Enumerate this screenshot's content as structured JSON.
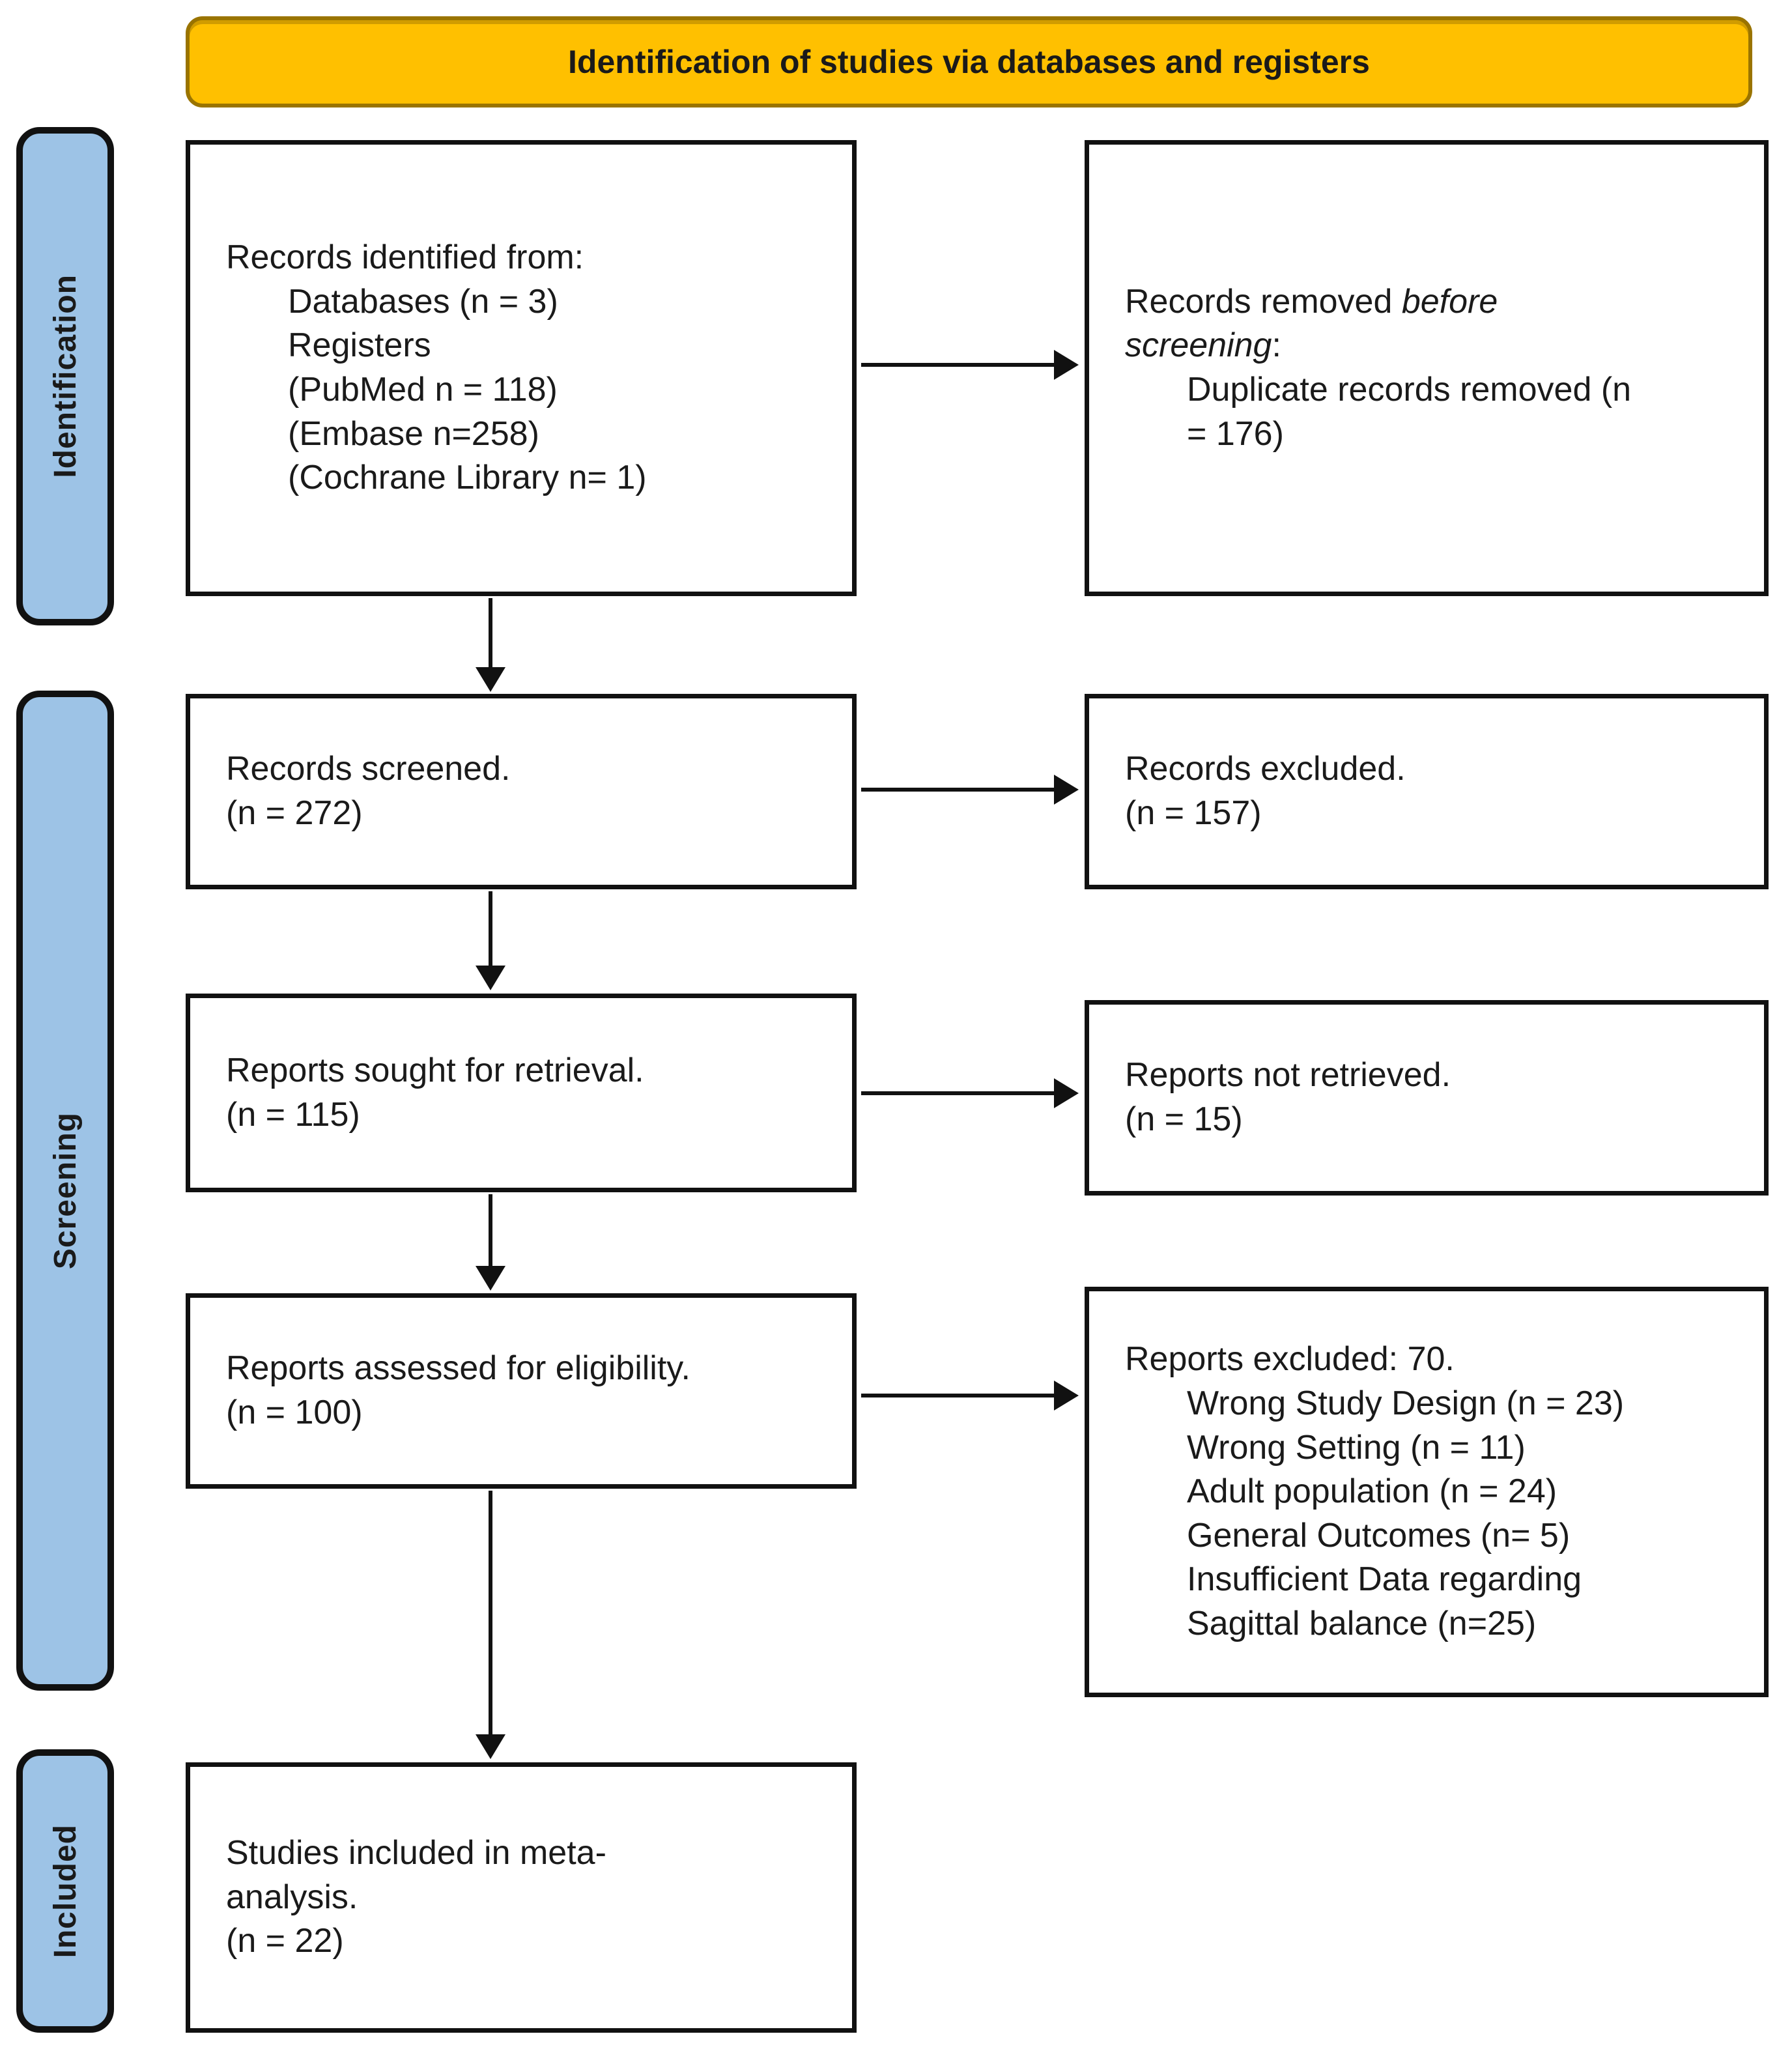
{
  "header": {
    "title": "Identification of studies via databases and registers"
  },
  "sidebar": [
    {
      "label": "Identification"
    },
    {
      "label": "Screening"
    },
    {
      "label": "Included"
    }
  ],
  "boxes": {
    "records_identified": {
      "lines": [
        {
          "ind": 0,
          "seg": [
            {
              "t": "Records identified from:"
            }
          ]
        },
        {
          "ind": 1,
          "seg": [
            {
              "t": "Databases (n = 3)"
            }
          ]
        },
        {
          "ind": 1,
          "seg": [
            {
              "t": "Registers"
            }
          ]
        },
        {
          "ind": 1,
          "seg": [
            {
              "t": "(PubMed n = 118)"
            }
          ]
        },
        {
          "ind": 1,
          "seg": [
            {
              "t": "(Embase n=258)"
            }
          ]
        },
        {
          "ind": 1,
          "seg": [
            {
              "t": "(Cochrane Library n= 1)"
            }
          ]
        }
      ]
    },
    "records_removed": {
      "lines": [
        {
          "ind": 0,
          "seg": [
            {
              "t": "Records removed "
            },
            {
              "t": "before",
              "i": 1
            }
          ]
        },
        {
          "ind": 0,
          "seg": [
            {
              "t": "screening",
              "i": 1
            },
            {
              "t": ":"
            }
          ]
        },
        {
          "ind": 1,
          "seg": [
            {
              "t": "Duplicate records removed (n"
            }
          ]
        },
        {
          "ind": 1,
          "seg": [
            {
              "t": "= 176)"
            }
          ]
        }
      ]
    },
    "records_screened": {
      "lines": [
        {
          "ind": 0,
          "seg": [
            {
              "t": "Records screened."
            }
          ]
        },
        {
          "ind": 0,
          "seg": [
            {
              "t": "(n = 272)"
            }
          ]
        }
      ]
    },
    "records_excluded": {
      "lines": [
        {
          "ind": 0,
          "seg": [
            {
              "t": "Records excluded."
            }
          ]
        },
        {
          "ind": 0,
          "seg": [
            {
              "t": "(n = 157)"
            }
          ]
        }
      ]
    },
    "reports_sought": {
      "lines": [
        {
          "ind": 0,
          "seg": [
            {
              "t": "Reports sought for retrieval."
            }
          ]
        },
        {
          "ind": 0,
          "seg": [
            {
              "t": "(n = 115)"
            }
          ]
        }
      ]
    },
    "reports_not_retrieved": {
      "lines": [
        {
          "ind": 0,
          "seg": [
            {
              "t": "Reports not retrieved."
            }
          ]
        },
        {
          "ind": 0,
          "seg": [
            {
              "t": "(n = 15)"
            }
          ]
        }
      ]
    },
    "reports_assessed": {
      "lines": [
        {
          "ind": 0,
          "seg": [
            {
              "t": "Reports assessed for eligibility."
            }
          ]
        },
        {
          "ind": 0,
          "seg": [
            {
              "t": "(n = 100)"
            }
          ]
        }
      ]
    },
    "reports_excluded": {
      "lines": [
        {
          "ind": 0,
          "seg": [
            {
              "t": "Reports excluded: 70."
            }
          ]
        },
        {
          "ind": 1,
          "seg": [
            {
              "t": "Wrong Study Design (n = 23)"
            }
          ]
        },
        {
          "ind": 1,
          "seg": [
            {
              "t": "Wrong Setting (n = 11)"
            }
          ]
        },
        {
          "ind": 1,
          "seg": [
            {
              "t": "Adult population (n = 24)"
            }
          ]
        },
        {
          "ind": 1,
          "seg": [
            {
              "t": "General Outcomes (n= 5)"
            }
          ]
        },
        {
          "ind": 1,
          "seg": [
            {
              "t": "Insufficient Data regarding"
            }
          ]
        },
        {
          "ind": 1,
          "seg": [
            {
              "t": "Sagittal balance (n=25)"
            }
          ]
        }
      ]
    },
    "studies_included": {
      "lines": [
        {
          "ind": 0,
          "seg": [
            {
              "t": "Studies included in meta-"
            }
          ]
        },
        {
          "ind": 0,
          "seg": [
            {
              "t": "analysis."
            }
          ]
        },
        {
          "ind": 0,
          "seg": [
            {
              "t": "(n = 22)"
            }
          ]
        }
      ]
    }
  },
  "colors": {
    "header-bg": "#FFC000",
    "header-border": "#9A7400",
    "stage-bg": "#9DC3E6",
    "line-color": "#111111",
    "box-bg": "#FFFFFF",
    "text-color": "#1A1A1A"
  }
}
